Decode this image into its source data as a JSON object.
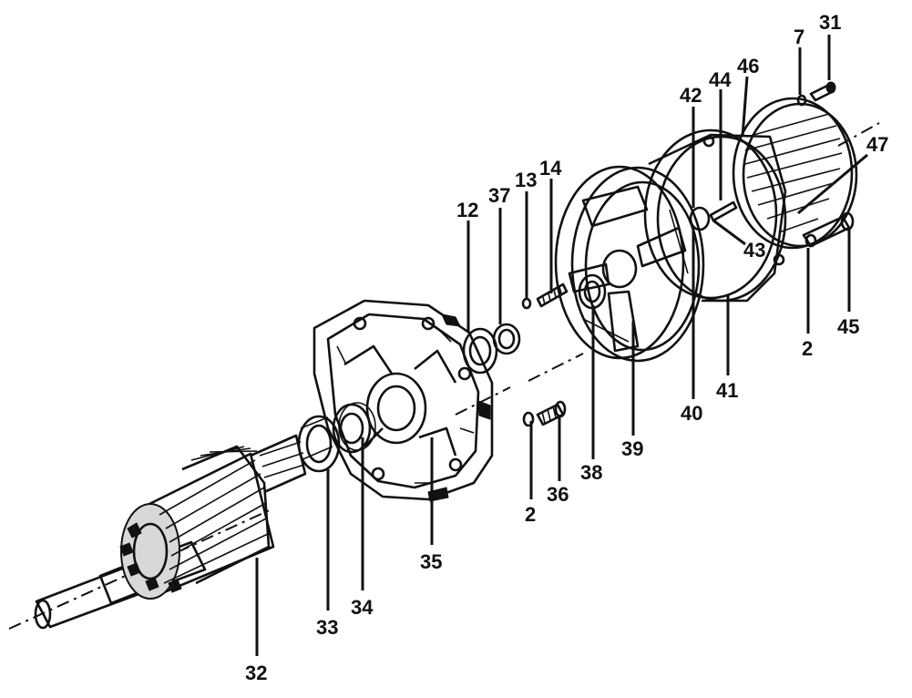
{
  "labels": {
    "p2a": "2",
    "p2b": "2",
    "p7": "7",
    "p12": "12",
    "p13": "13",
    "p14": "14",
    "p31": "31",
    "p32": "32",
    "p33": "33",
    "p34": "34",
    "p35": "35",
    "p36": "36",
    "p37": "37",
    "p38": "38",
    "p39": "39",
    "p40": "40",
    "p41": "41",
    "p42": "42",
    "p43": "43",
    "p44": "44",
    "p45": "45",
    "p46": "46",
    "p47": "47"
  }
}
